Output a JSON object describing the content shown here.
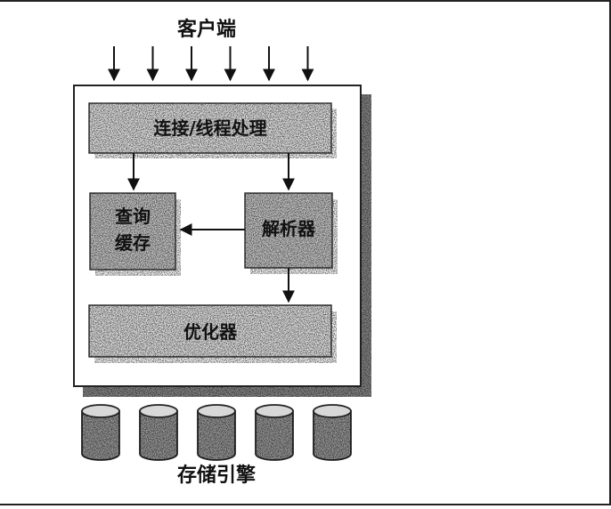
{
  "clients_label": "客户端",
  "connection_box": "连接/线程处理",
  "query_cache": [
    "查询",
    "缓存"
  ],
  "parser": "解析器",
  "optimizer": "优化器",
  "storage_label": "存储引擎",
  "client_arrow_count": 6,
  "storage_cylinder_count": 5
}
